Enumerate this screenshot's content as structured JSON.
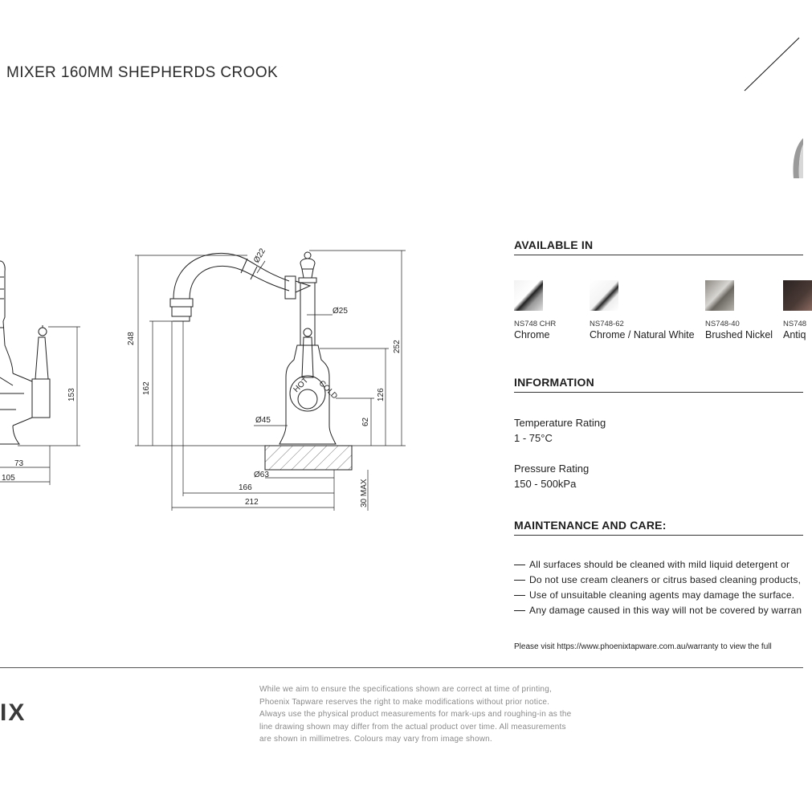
{
  "header": {
    "title": "MIXER 160MM SHEPHERDS CROOK"
  },
  "drawing": {
    "dimensions": {
      "side_73": "73",
      "side_105": "105",
      "side_153": "153",
      "d_248": "248",
      "d_162": "162",
      "d_252": "252",
      "d_126": "126",
      "d_62": "62",
      "dia_22": "Ø22",
      "dia_25": "Ø25",
      "dia_45": "Ø45",
      "dia_63": "Ø63",
      "d_166": "166",
      "d_212": "212",
      "d_30max": "30 MAX"
    },
    "handle_labels": {
      "hot": "HOT",
      "cold": "COLD"
    }
  },
  "available_in": {
    "heading": "AVAILABLE IN",
    "finishes": [
      {
        "code": "NS748 CHR",
        "name": "Chrome",
        "color": "#c8c8c8"
      },
      {
        "code": "NS748-62",
        "name": "Chrome / Natural White",
        "color": "#e8e8e8"
      },
      {
        "code": "NS748-40",
        "name": "Brushed Nickel",
        "color": "#a8a49e"
      },
      {
        "code": "NS748",
        "name": "Antiq",
        "color": "#3a3230"
      }
    ]
  },
  "information": {
    "heading": "INFORMATION",
    "items": [
      {
        "label": "Temperature Rating",
        "value": "1 - 75°C"
      },
      {
        "label": "Pressure Rating",
        "value": "150 - 500kPa"
      }
    ]
  },
  "maintenance": {
    "heading": "MAINTENANCE AND CARE:",
    "items": [
      "All surfaces should be cleaned with mild liquid detergent or",
      "Do not use cream cleaners or citrus based cleaning products,",
      "Use of unsuitable cleaning agents may damage the surface.",
      "Any damage caused in this way will not be covered by warran"
    ],
    "visit": "Please visit https://www.phoenixtapware.com.au/warranty to view the full"
  },
  "footer": {
    "logo": "IX",
    "disclaimer": [
      "While we aim to ensure the specifications shown are correct at time of printing,",
      "Phoenix Tapware reserves the right to make modifications without prior notice.",
      "Always use the physical product measurements for mark-ups and roughing-in as the",
      "line drawing shown may differ from the actual product over time. All measurements",
      "are shown in millimetres. Colours may vary from image shown."
    ]
  }
}
